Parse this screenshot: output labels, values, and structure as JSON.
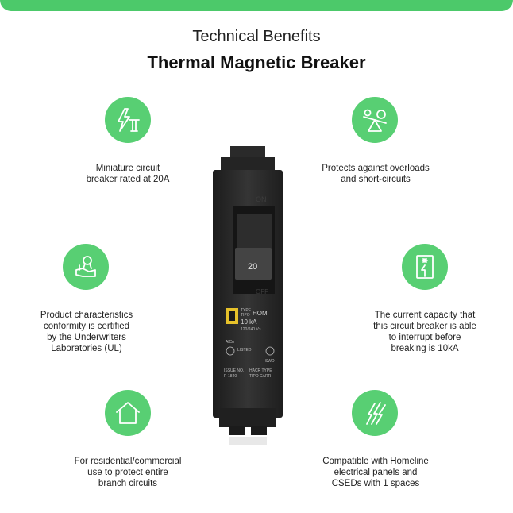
{
  "header": {
    "subtitle": "Technical Benefits",
    "title": "Thermal Magnetic Breaker"
  },
  "colors": {
    "accent": "#58cf73",
    "bar": "#4cc96a"
  },
  "features": [
    {
      "icon": "lightning-tower-icon",
      "lines": [
        "Miniature circuit",
        "breaker rated at 20A"
      ]
    },
    {
      "icon": "seesaw-balance-icon",
      "lines": [
        "Protects against overloads",
        "and short-circuits"
      ]
    },
    {
      "icon": "certified-hand-icon",
      "lines": [
        "Product characteristics",
        "conformity is certified",
        "by the Underwriters",
        "Laboratories (UL)"
      ]
    },
    {
      "icon": "interrupt-switch-icon",
      "lines": [
        "The current capacity that",
        "this circuit breaker is able",
        "to interrupt before",
        "breaking is 10kA"
      ]
    },
    {
      "icon": "house-icon",
      "lines": [
        "For residential/commercial",
        "use to protect entire",
        "branch circuits"
      ]
    },
    {
      "icon": "lightning-bolts-icon",
      "lines": [
        "Compatible with Homeline",
        "electrical panels and",
        "CSEDs with 1 spaces"
      ]
    }
  ],
  "breaker": {
    "on_label": "ON",
    "off_label": "OFF",
    "rating": "20",
    "label_type": "TYPE",
    "label_tipo": "TIPO",
    "label_hom": "HOM",
    "label_ka": "10 kA",
    "label_volts": "120/240 V~",
    "label_cu": "AlCu",
    "label_listed": "LISTED",
    "label_issue": "ISSUE NO.",
    "label_issue_no": "P-1840",
    "label_hacr": "HACR TYPE",
    "label_tipo_carr": "TIPO CARR",
    "label_swd": "SWD"
  }
}
